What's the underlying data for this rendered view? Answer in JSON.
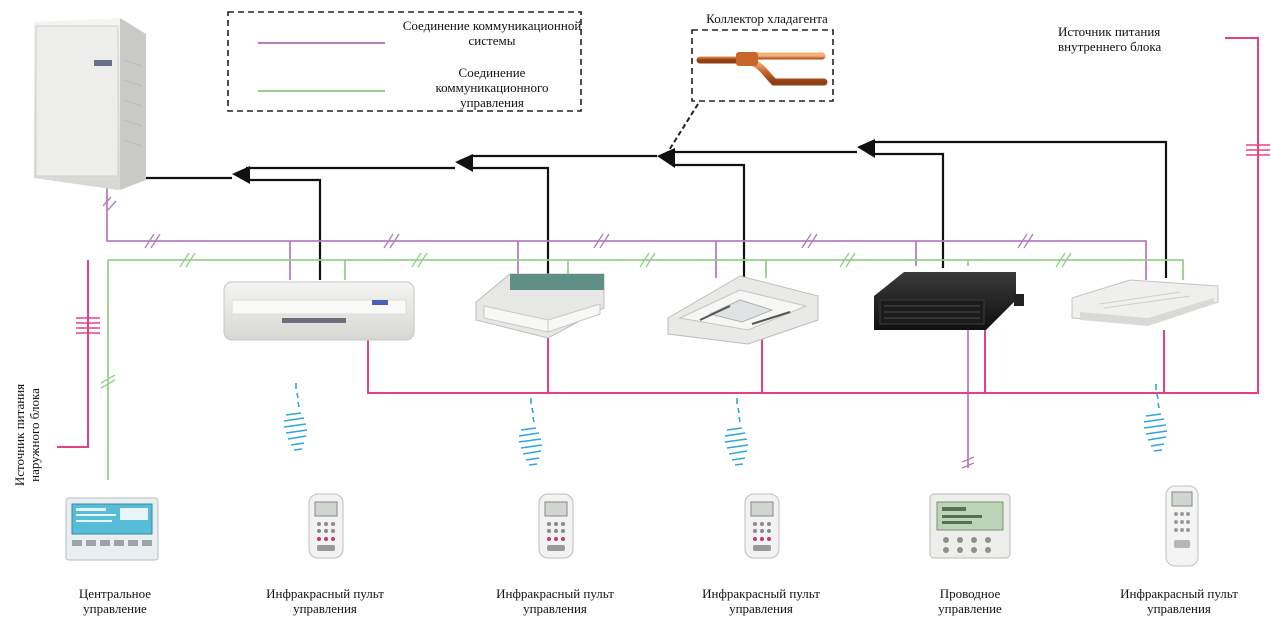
{
  "legend": {
    "comm_system": "Соединение коммуникационной системы",
    "comm_control": "Соединение коммуникационного управления"
  },
  "labels": {
    "refrigerant_collector": "Коллектор хладагента",
    "indoor_power": "Источник питания внутреннего блока",
    "outdoor_power": "Источник питания наружного блока",
    "central_control": "Центральное управление",
    "ir_remote": "Инфракрасный пульт управления",
    "wired_control": "Проводное управление"
  },
  "colors": {
    "comm_system": "#b57ec3",
    "comm_control": "#98cf8c",
    "power": "#e5418a",
    "refrigerant": "#111111",
    "wireless": "#2ea6dd"
  },
  "icons": [
    "outdoor-unit-icon",
    "wall-split-unit-icon",
    "cassette-unit-icon",
    "four-way-cassette-unit-icon",
    "duct-unit-icon",
    "ceiling-unit-icon",
    "central-controller-icon",
    "ir-remote-icon",
    "wired-controller-icon",
    "refrigerant-branch-icon"
  ]
}
